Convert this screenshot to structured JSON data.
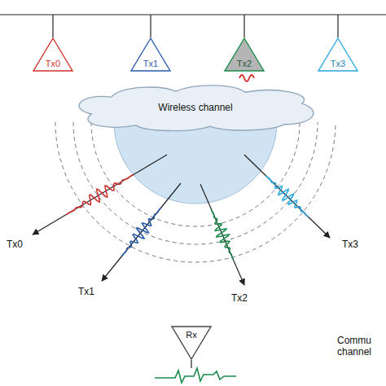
{
  "diagram": {
    "nodes": [
      {
        "text": [
          "Tx0"
        ]
      },
      {
        "text": [
          "Tx1"
        ]
      },
      {
        "text": [
          "Tx2"
        ]
      },
      {
        "text": [
          "Tx3"
        ]
      },
      {
        "text": [
          "Wireless channel"
        ]
      },
      {
        "text": [
          "Rx"
        ]
      }
    ],
    "labels": [
      "Tx0",
      "Tx1",
      "Tx2",
      "Tx3",
      "Commu channel"
    ]
  }
}
